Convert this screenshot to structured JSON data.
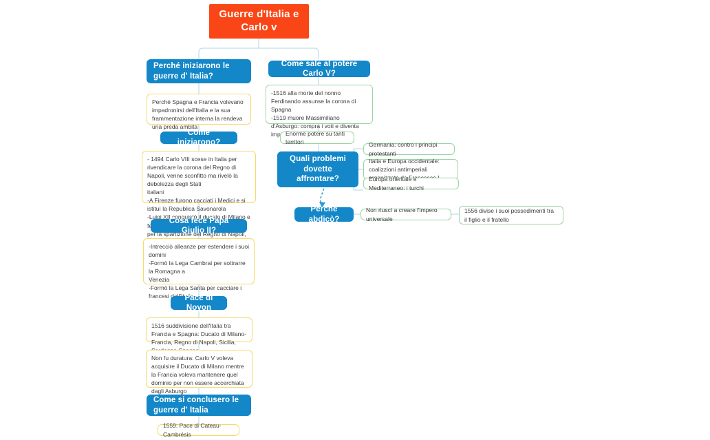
{
  "colors": {
    "root_fill": "#FA4616",
    "branch_fill": "#1387C8",
    "note_yellow_border": "#F5D96B",
    "note_green_border": "#9BD5A4",
    "connector": "#BFDFF0",
    "arrow": "#2E9BD6",
    "background": "#FFFFFF"
  },
  "root": {
    "label": "Guerre d'Italia e\nCarlo v"
  },
  "left_branch": {
    "nodes": [
      {
        "id": "perche-iniziarono",
        "label": "Perché iniziarono le guerre d'\nItalia?"
      },
      {
        "id": "come-iniziarono",
        "label": "Come iniziarono?"
      },
      {
        "id": "papa-giulio",
        "label": "Cosa fece Papa Giulio II?"
      },
      {
        "id": "pace-noyon",
        "label": "Pace di Noyon"
      },
      {
        "id": "come-conclusero",
        "label": "Come si conclusero le guerre d'\nItalia"
      }
    ],
    "notes": [
      {
        "id": "note-perche-iniziarono",
        "color": "yellow",
        "text": "Perché Spagna e Francia volevano impadronirsi dell'Italia e la sua frammentazione interna la rendeva una preda ambita"
      },
      {
        "id": "note-come-iniziarono",
        "color": "yellow",
        "text": "- 1494 Carlo VIII scese in Italia per rivendicare la corona del Regno di Napoli, venne sconfitto ma rivelò la debolezza degli Stati\nitaliani\n-A Firenze furono cacciati i Medici e si istituì la Republica Savonarola\n-Luigi XII conquistò il ducato di Milano e fece un trattato segreto con la Spagna per la spartizione del Regno di Napoli, non fu rispettato."
      },
      {
        "id": "note-papa-giulio",
        "color": "yellow",
        "text": "-Intrecciò alleanze per estendere i suoi domini\n-Formò la Lega Cambrai per sottrarre la Romagna a\nVenezia\n-Formò la Lega Santa per cacciare i francesi dall'Italia"
      },
      {
        "id": "note-pace-noyon",
        "color": "yellow",
        "text": "1516 suddivisione dell'Italia tra Francia e Spagna: Ducato di Milano-Francia, Regno di Napoli, Sicilia, Sardegna-Spagna"
      },
      {
        "id": "note-non-fu-duratura",
        "color": "yellow",
        "text": "Non fu duratura: Carlo V voleva acquisire il Ducato di Milano mentre la Francia voleva mantenere quel dominio per non essere accerchiata dagli Asburgo"
      },
      {
        "id": "note-cateau-cambresis",
        "color": "yellow",
        "text": "1559: Pace di Cateau- Cambrésis"
      }
    ]
  },
  "right_branch": {
    "nodes": [
      {
        "id": "come-sale-potere",
        "label": "Come sale al potere Carlo V?"
      },
      {
        "id": "quali-problemi",
        "label": "Quali problemi dovette\naffrontare?"
      },
      {
        "id": "perche-abdico",
        "label": "Perché abdicò?"
      }
    ],
    "notes": [
      {
        "id": "note-come-sale-potere",
        "color": "green",
        "text": "-1516 alla morte del nonno Ferdinando assunse la corona di\nSpagna\n-1519 muore Massimiliano d'Asburgo: compra i voti e diventa imperatore"
      },
      {
        "id": "note-enorme-potere",
        "color": "green",
        "text": "Enorme potere su tanti territori"
      },
      {
        "id": "note-germania",
        "color": "green",
        "text": "Germania: contro i principi protestanti"
      },
      {
        "id": "note-italia-europa-occidentale",
        "color": "green",
        "text": "Italia e Europa occidentale: coalizzioni antimperiali organizzate da Francesco I"
      },
      {
        "id": "note-europa-orientale",
        "color": "green",
        "text": "Europa orientale e Mediterraneo: i turchi"
      },
      {
        "id": "note-impero-universale",
        "color": "green",
        "text": "Non riuscì a creare l'impero universale"
      },
      {
        "id": "note-1556-divise",
        "color": "green",
        "text": "1556 divise i suoi possedimenti tra il figlio e il fratello"
      }
    ]
  }
}
